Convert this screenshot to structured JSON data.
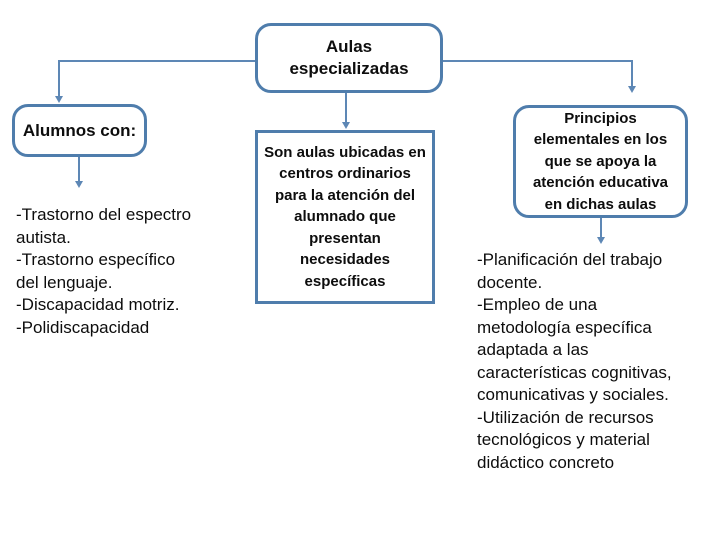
{
  "colors": {
    "accent": "#4f7dac",
    "line": "#5d87b5",
    "text": "#0d0d0d",
    "background": "#ffffff"
  },
  "diagram": {
    "root_box": {
      "lines": [
        "Aulas",
        "especializadas"
      ]
    },
    "left_box": {
      "label": "Alumnos con:"
    },
    "center_box": {
      "lines": [
        "Son aulas ubicadas en",
        "centros ordinarios",
        "para la atención del",
        "alumnado que",
        "presentan",
        "necesidades",
        "específicas"
      ]
    },
    "right_box": {
      "lines": [
        "Principios",
        "elementales en los",
        "que se apoya la",
        "atención educativa",
        "en dichas aulas"
      ]
    },
    "left_list": {
      "lines": [
        "-Trastorno del espectro",
        "autista.",
        "-Trastorno específico",
        "del lenguaje.",
        "-Discapacidad motriz.",
        "-Polidiscapacidad"
      ]
    },
    "right_list": {
      "lines": [
        "-Planificación del trabajo",
        "docente.",
        "-Empleo de una",
        "metodología específica",
        "adaptada a las",
        "características cognitivas,",
        "comunicativas y sociales.",
        "-Utilización de recursos",
        "tecnológicos y material",
        "didáctico concreto"
      ]
    }
  }
}
